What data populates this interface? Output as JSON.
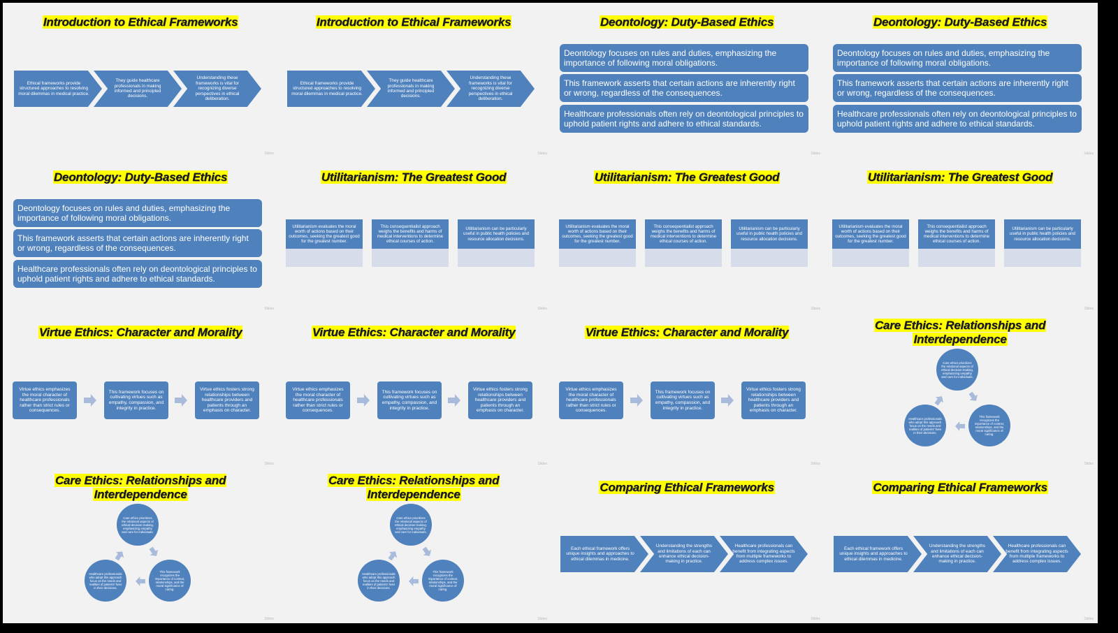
{
  "footer_text": "Slides",
  "intro": {
    "title": "Introduction to Ethical Frameworks",
    "items": [
      "Ethical frameworks provide structured approaches to resolving moral dilemmas in medical practice.",
      "They guide healthcare professionals in making informed and principled decisions.",
      "Understanding these frameworks is vital for recognizing diverse perspectives in ethical deliberation."
    ]
  },
  "deontology": {
    "title": "Deontology: Duty-Based Ethics",
    "items": [
      "Deontology focuses on rules and duties, emphasizing the importance of following moral obligations.",
      "This framework asserts that certain actions are inherently right or wrong, regardless of the consequences.",
      "Healthcare professionals often rely on deontological principles to uphold patient rights and adhere to ethical standards."
    ]
  },
  "utilitarianism": {
    "title": "Utilitarianism: The Greatest Good",
    "items": [
      "Utilitarianism evaluates the moral worth of actions based on their outcomes, seeking the greatest good for the greatest number.",
      "This consequentialist approach weighs the benefits and harms of medical interventions to determine ethical courses of action.",
      "Utilitarianism can be particularly useful in public health policies and resource allocation decisions."
    ]
  },
  "virtue": {
    "title": "Virtue Ethics: Character and Morality",
    "items": [
      "Virtue ethics emphasizes the moral character of healthcare professionals rather than strict rules or consequences.",
      "This framework focuses on cultivating virtues such as empathy, compassion, and integrity in practice.",
      "Virtue ethics fosters strong relationships between healthcare providers and patients through an emphasis on character."
    ]
  },
  "care": {
    "title": "Care Ethics: Relationships and Interdependence",
    "items": [
      "Care ethics prioritizes the relational aspects of ethical decision-making, emphasizing empathy and care for individuals.",
      "This framework recognizes the importance of context, relationships, and the moral significance of caring.",
      "Healthcare professionals who adopt this approach focus on the needs and realities of patients' lives in their decisions."
    ]
  },
  "comparing": {
    "title": "Comparing Ethical Frameworks",
    "items": [
      "Each ethical framework offers unique insights and approaches to ethical dilemmas in medicine.",
      "Understanding the strengths and limitations of each can enhance ethical decision-making in practice.",
      "Healthcare professionals can benefit from integrating aspects from multiple frameworks to address complex issues."
    ]
  },
  "slides": [
    "intro",
    "intro",
    "deontology",
    "deontology",
    "deontology",
    "utilitarianism",
    "utilitarianism",
    "utilitarianism",
    "virtue",
    "virtue",
    "virtue",
    "care",
    "care",
    "care",
    "comparing",
    "comparing"
  ]
}
